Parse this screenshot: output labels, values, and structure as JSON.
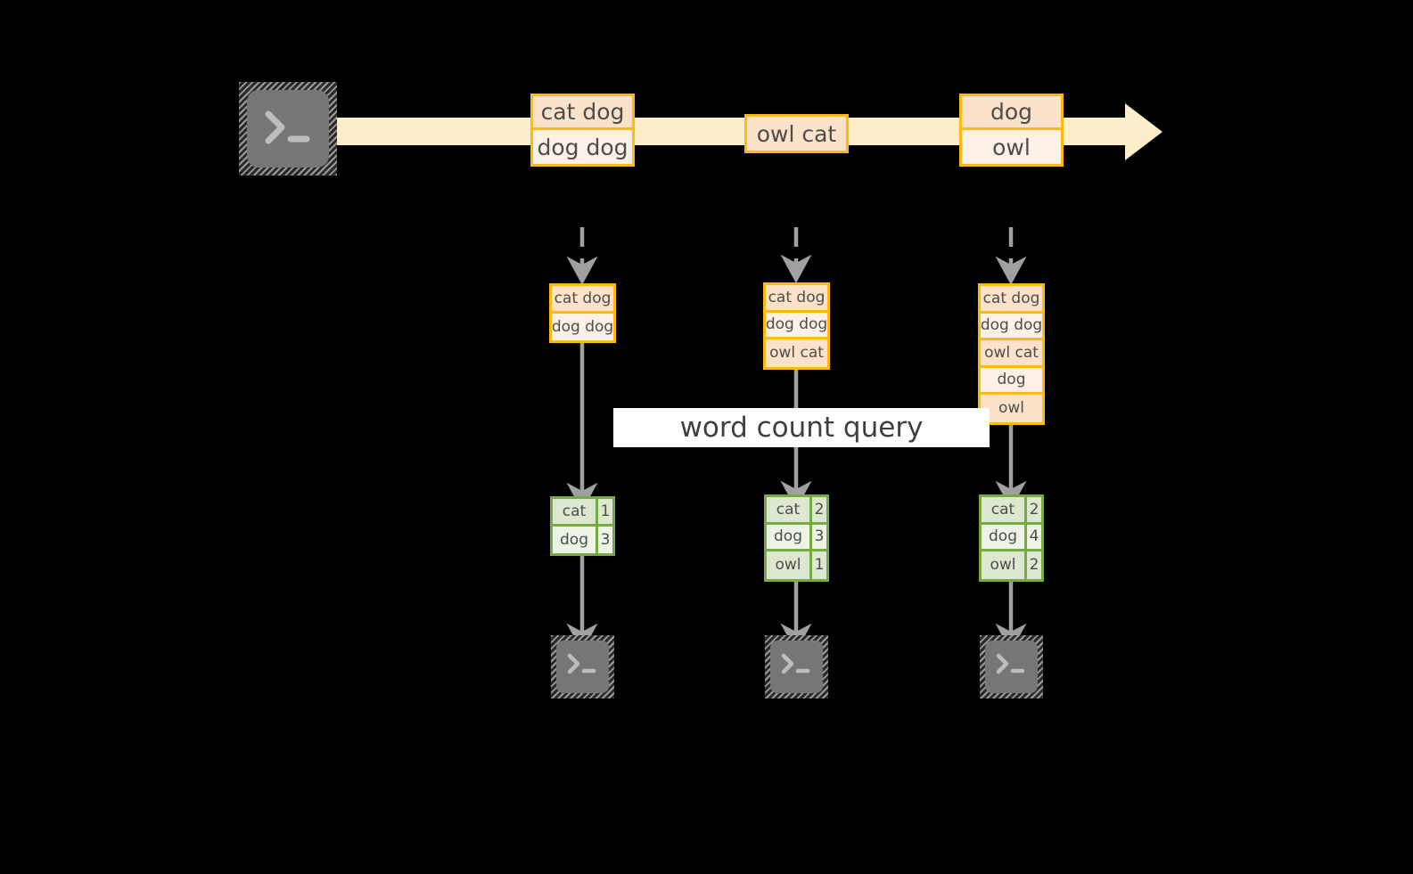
{
  "diagram": {
    "title": "word count stream query",
    "colors": {
      "background": "#000000",
      "stream_arrow": "#fdeec9",
      "record_border": "#ffb90f",
      "record_fill_light": "#fdf1e6",
      "record_fill_dark": "#fbe2c8",
      "result_border": "#78aa42",
      "result_fill_light": "#eef3e8",
      "result_fill_dark": "#dde8d0",
      "connector": "#a0a0a0",
      "terminal_icon": "#767676",
      "query_band": "#ffffff"
    }
  },
  "source": {
    "icon": "terminal-icon",
    "label": ">_"
  },
  "stream": {
    "arrow_direction": "right",
    "batches": [
      {
        "lines": [
          "cat dog",
          "dog dog"
        ]
      },
      {
        "lines": [
          "owl cat"
        ]
      },
      {
        "lines": [
          "dog",
          "owl"
        ]
      }
    ]
  },
  "query": {
    "label": "word count query"
  },
  "columns": [
    {
      "snapshot": {
        "lines": [
          "cat dog",
          "dog dog"
        ]
      },
      "result": {
        "rows": [
          {
            "word": "cat",
            "count": "1"
          },
          {
            "word": "dog",
            "count": "3"
          }
        ]
      },
      "sink": {
        "icon": "terminal-icon",
        "label": ">_"
      }
    },
    {
      "snapshot": {
        "lines": [
          "cat dog",
          "dog dog",
          "owl cat"
        ]
      },
      "result": {
        "rows": [
          {
            "word": "cat",
            "count": "2"
          },
          {
            "word": "dog",
            "count": "3"
          },
          {
            "word": "owl",
            "count": "1"
          }
        ]
      },
      "sink": {
        "icon": "terminal-icon",
        "label": ">_"
      }
    },
    {
      "snapshot": {
        "lines": [
          "cat dog",
          "dog dog",
          "owl cat",
          "dog",
          "owl"
        ]
      },
      "result": {
        "rows": [
          {
            "word": "cat",
            "count": "2"
          },
          {
            "word": "dog",
            "count": "4"
          },
          {
            "word": "owl",
            "count": "2"
          }
        ]
      },
      "sink": {
        "icon": "terminal-icon",
        "label": ">_"
      }
    }
  ]
}
